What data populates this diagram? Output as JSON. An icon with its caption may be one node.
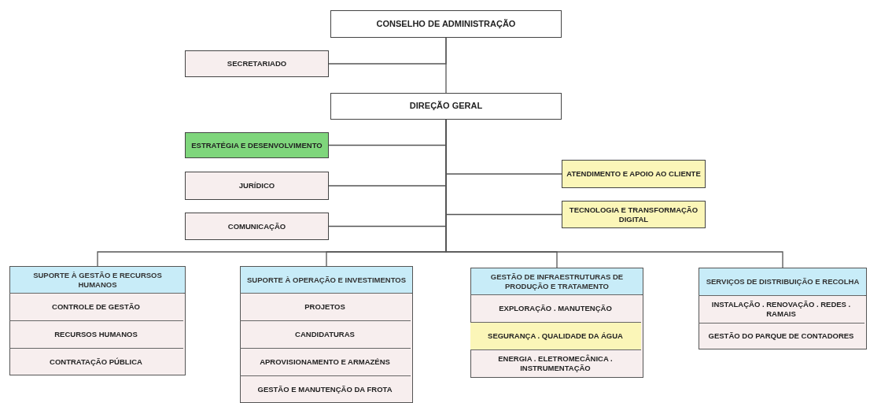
{
  "diagram": {
    "nodes": [
      {
        "text": [
          "CONSELHO DE ADMINISTRAÇÃO"
        ]
      },
      {
        "text": [
          "SECRETARIADO"
        ]
      },
      {
        "text": [
          "DIREÇÃO GERAL"
        ]
      },
      {
        "text": [
          "ESTRATÉGIA E DESENVOLVIMENTO"
        ]
      },
      {
        "text": [
          "ATENDIMENTO E APOIO AO CLIENTE"
        ]
      },
      {
        "text": [
          "JURÍDICO"
        ]
      },
      {
        "text": [
          "TECNOLOGIA E TRANSFORMAÇÃO DIGITAL"
        ]
      },
      {
        "text": [
          "COMUNICAÇÃO"
        ]
      },
      {
        "text": [
          "SUPORTE À GESTÃO E RECURSOS HUMANOS"
        ]
      },
      {
        "text": [
          "CONTROLE DE GESTÃO"
        ],
        "in": 8
      },
      {
        "text": [
          "RECURSOS HUMANOS"
        ],
        "in": 8
      },
      {
        "text": [
          "CONTRATAÇÃO PÚBLICA"
        ],
        "in": 8
      },
      {
        "text": [
          "SUPORTE À OPERAÇÃO E INVESTIMENTOS"
        ]
      },
      {
        "text": [
          "PROJETOS"
        ],
        "in": 12
      },
      {
        "text": [
          "CANDIDATURAS"
        ],
        "in": 12
      },
      {
        "text": [
          "APROVISIONAMENTO E ARMAZÉNS"
        ],
        "in": 12
      },
      {
        "text": [
          "GESTÃO E MANUTENÇÃO DA FROTA"
        ],
        "in": 12
      },
      {
        "text": [
          "GESTÃO DE INFRAESTRUTURAS DE PRODUÇÃO E TRATAMENTO"
        ]
      },
      {
        "text": [
          "EXPLORAÇÃO . MANUTENÇÃO"
        ],
        "in": 17
      },
      {
        "text": [
          "SEGURANÇA . QUALIDADE DA ÁGUA"
        ],
        "in": 17
      },
      {
        "text": [
          "ENERGIA . ELETROMECÂNICA . INSTRUMENTAÇÃO"
        ],
        "in": 17
      },
      {
        "text": [
          "SERVIÇOS DE DISTRIBUIÇÃO E RECOLHA"
        ]
      },
      {
        "text": [
          "INSTALAÇÃO . RENOVAÇÃO . REDES . RAMAIS"
        ],
        "in": 21
      },
      {
        "text": [
          "GESTÃO DO PARQUE DE CONTADORES"
        ],
        "in": 21
      }
    ],
    "edges": [
      {
        "from": 0,
        "to": 1,
        "arrow": "none"
      },
      {
        "from": 0,
        "to": 2,
        "arrow": "none"
      },
      {
        "from": 2,
        "to": 3,
        "arrow": "none"
      },
      {
        "from": 2,
        "to": 4,
        "arrow": "none"
      },
      {
        "from": 2,
        "to": 5,
        "arrow": "none"
      },
      {
        "from": 2,
        "to": 6,
        "arrow": "none"
      },
      {
        "from": 2,
        "to": 7,
        "arrow": "none"
      },
      {
        "from": 2,
        "to": 8,
        "arrow": "none"
      },
      {
        "from": 2,
        "to": 12,
        "arrow": "none"
      },
      {
        "from": 2,
        "to": 17,
        "arrow": "none"
      },
      {
        "from": 2,
        "to": 21,
        "arrow": "none"
      }
    ]
  }
}
